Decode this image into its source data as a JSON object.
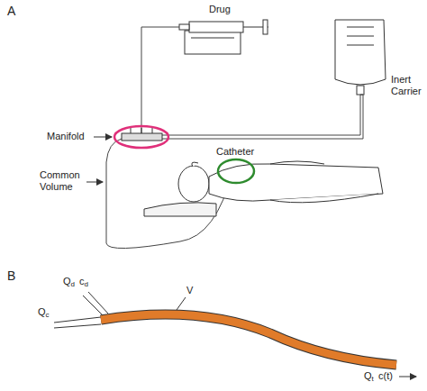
{
  "diagram": {
    "labels": [
      "A",
      "Drug",
      "Inert Carrier",
      "Manifold",
      "Common Volume",
      "Catheter",
      "B",
      "Qd",
      "cd",
      "Qc",
      "V",
      "Qt",
      "c(t)"
    ]
  }
}
